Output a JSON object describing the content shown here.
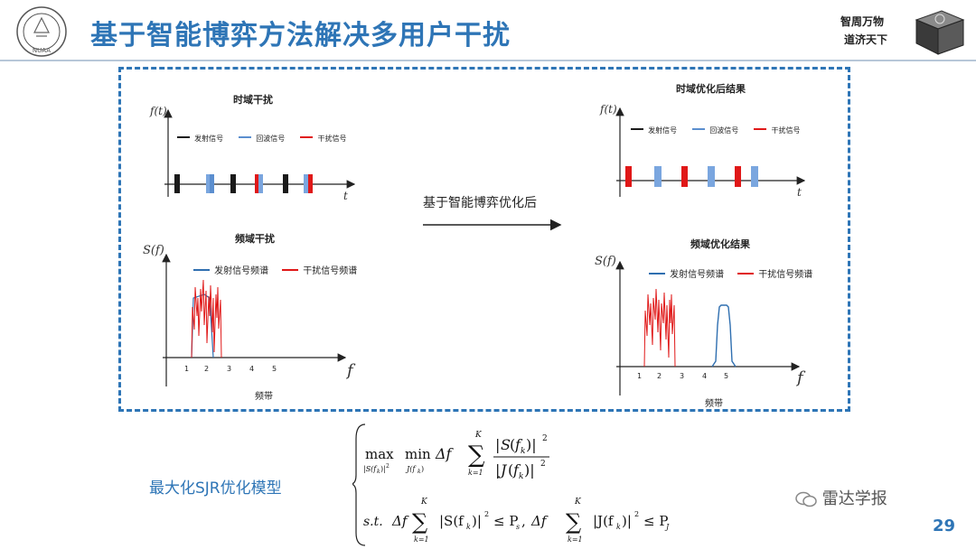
{
  "header": {
    "title": "基于智能博弈方法解决多用户干扰",
    "motto_line1": "智周万物",
    "motto_line2": "道济天下",
    "logo_text": "NUAA"
  },
  "colors": {
    "title": "#2e75b6",
    "dash_border": "#2e75b6",
    "transmit": "#1a1a1a",
    "echo": "#5b8ecf",
    "jam": "#e01818",
    "spectrum_transmit": "#2f6fb0"
  },
  "diagram": {
    "time_left_title": "时域干扰",
    "time_right_title": "时域优化后结果",
    "freq_left_title": "频域干扰",
    "freq_right_title": "频域优化结果",
    "arrow_label": "基于智能博弈优化后",
    "f_t_left": "f(t)",
    "f_t_right": "f(t)",
    "t_axis": "t",
    "s_f": "S(f)",
    "f_axis": "f",
    "freq_axis_label": "频带",
    "legend_time": [
      "发射信号",
      "回波信号",
      "干扰信号"
    ],
    "legend_freq": [
      "发射信号频谱",
      "干扰信号频谱"
    ],
    "freq_ticks_left": [
      "1",
      "2",
      "3",
      "4",
      "5"
    ],
    "freq_ticks_right": [
      "1",
      "2",
      "3",
      "4",
      "5"
    ]
  },
  "model": {
    "label": "最大化SJR优化模型"
  },
  "footer": {
    "wechat": "雷达学报",
    "page": "29"
  }
}
